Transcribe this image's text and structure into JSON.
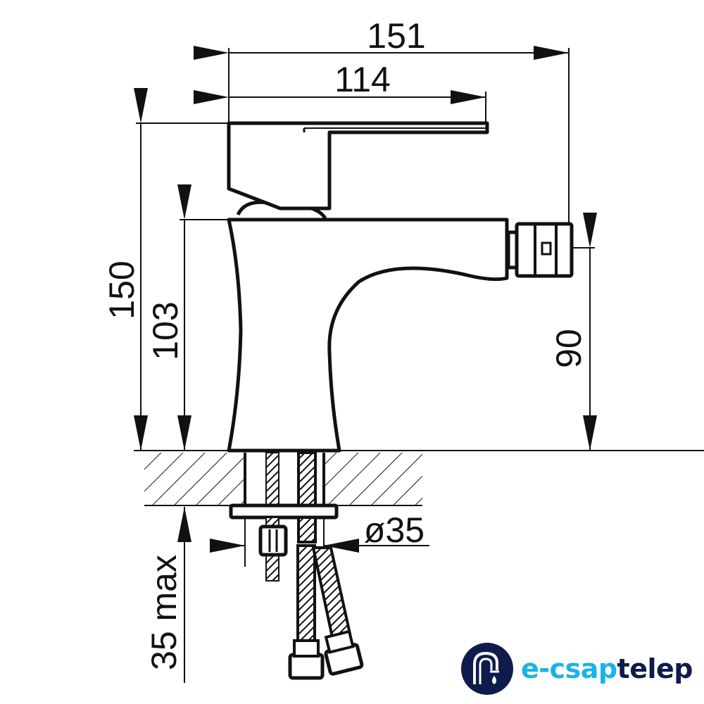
{
  "dimensions": {
    "overall_width": "151",
    "lever_length": "114",
    "overall_height": "150",
    "body_height": "103",
    "spout_height": "90",
    "hole_diameter": "ø35",
    "max_thickness": "35 max"
  },
  "logo": {
    "part1": "e-csap",
    "part2": "telep",
    "colors": {
      "navy": "#0f1b4c",
      "cyan": "#1ab3e6"
    }
  }
}
